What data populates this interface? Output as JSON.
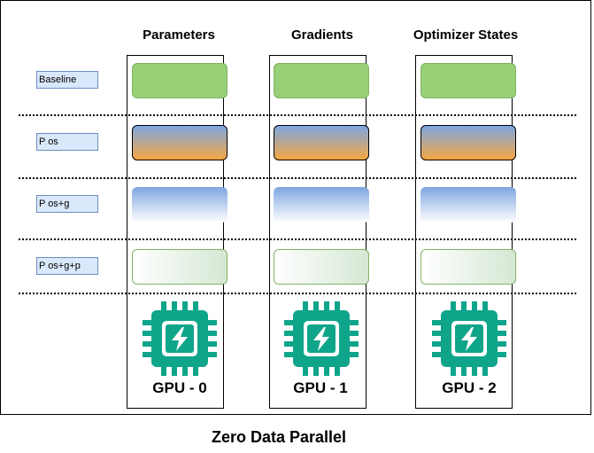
{
  "caption": "Zero Data Parallel",
  "columns": [
    {
      "header": "Parameters",
      "gpu_label": "GPU - 0"
    },
    {
      "header": "Gradients",
      "gpu_label": "GPU - 1"
    },
    {
      "header": "Optimizer States",
      "gpu_label": "GPU - 2"
    }
  ],
  "rows": [
    {
      "label": "Baseline",
      "fill": "solid green"
    },
    {
      "label": "P os",
      "fill": "blue-to-orange gradient"
    },
    {
      "label": "P os+g",
      "fill": "blue-to-white gradient"
    },
    {
      "label": "P os+g+p",
      "fill": "white-to-green gradient"
    }
  ],
  "icon": "gpu-chip-lightning-icon",
  "colors": {
    "chip": "#0fa58a",
    "baseline_green": "#97d077",
    "label_fill": "#dae8fc",
    "label_border": "#6c8ebf",
    "gradient_blue": "#7ea6e0",
    "gradient_orange": "#f5a742",
    "light_green": "#d5e8d4"
  }
}
